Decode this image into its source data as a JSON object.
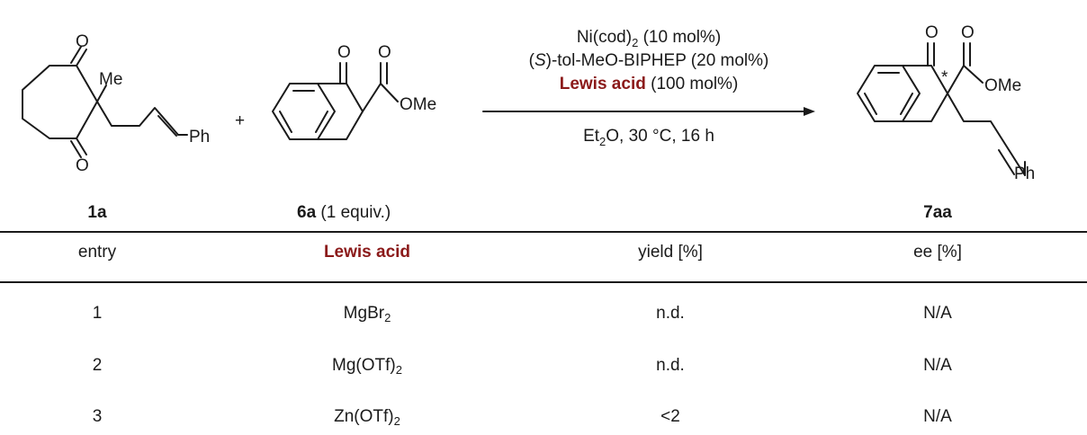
{
  "scheme": {
    "reactant_1": {
      "label": "1a",
      "substituent_me": "Me",
      "substituent_ph": "Ph",
      "oxygen_top": "O",
      "oxygen_bottom": "O"
    },
    "plus": "+",
    "reactant_2": {
      "label": "6a",
      "equiv": " (1 equiv.)",
      "oxygen_ketone": "O",
      "oxygen_ester": "O",
      "ome": "OMe"
    },
    "conditions": {
      "line1_main": "Ni(cod)",
      "line1_sub": "2",
      "line1_tail": " (10 mol%)",
      "line2_paren_open": "(",
      "line2_italic": "S",
      "line2_rest": ")-tol-MeO-BIPHEP (20 mol%)",
      "line3_accent": "Lewis acid",
      "line3_rest": " (100 mol%)",
      "line4_main": "Et",
      "line4_sub": "2",
      "line4_rest": "O, 30 °C, 16 h"
    },
    "product": {
      "label": "7aa",
      "oxygen_ketone": "O",
      "oxygen_ester": "O",
      "ome": "OMe",
      "stereo_mark": "*",
      "ph": "Ph"
    }
  },
  "table": {
    "headers": {
      "entry": "entry",
      "lewis_acid": "Lewis acid",
      "yield": "yield [%]",
      "ee": "ee [%]"
    },
    "rows": [
      {
        "entry": "1",
        "acid_main": "MgBr",
        "acid_sub": "2",
        "yield": "n.d.",
        "ee": "N/A"
      },
      {
        "entry": "2",
        "acid_main": "Mg(OTf)",
        "acid_sub": "2",
        "yield": "n.d.",
        "ee": "N/A"
      },
      {
        "entry": "3",
        "acid_main": "Zn(OTf)",
        "acid_sub": "2",
        "yield": "<2",
        "ee": "N/A"
      }
    ]
  }
}
